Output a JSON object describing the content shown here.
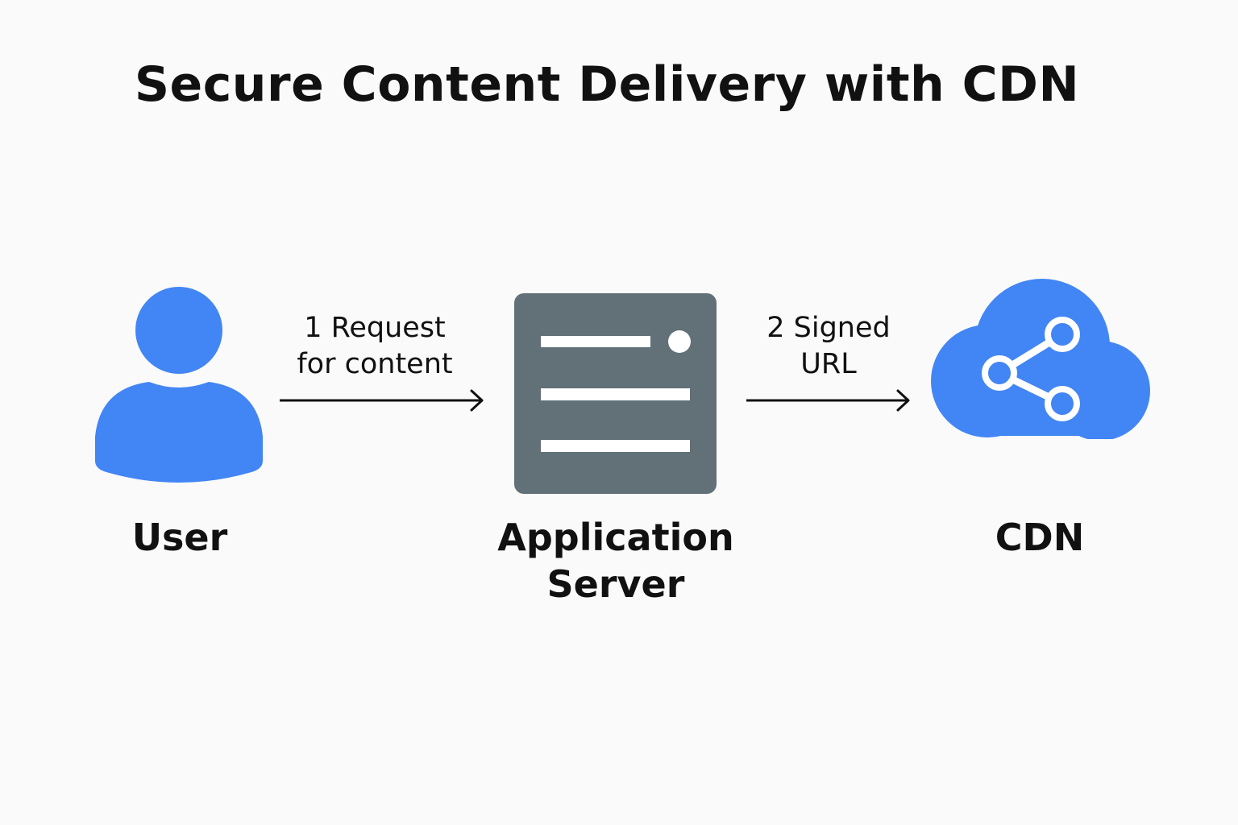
{
  "title": "Secure Content Delivery with CDN",
  "colors": {
    "user_blue": "#4285f4",
    "server_gray": "#627078",
    "cdn_blue": "#4285f4",
    "arrow_black": "#111111",
    "background": "#fafafa"
  },
  "nodes": {
    "user": {
      "label": "User",
      "icon": "user-icon"
    },
    "server": {
      "label": "Application\nServer",
      "icon": "server-icon"
    },
    "cdn": {
      "label": "CDN",
      "icon": "cloud-share-icon"
    }
  },
  "edges": [
    {
      "label": "1 Request\nfor content",
      "from": "user",
      "to": "server"
    },
    {
      "label": "2 Signed\nURL",
      "from": "server",
      "to": "cdn"
    }
  ]
}
